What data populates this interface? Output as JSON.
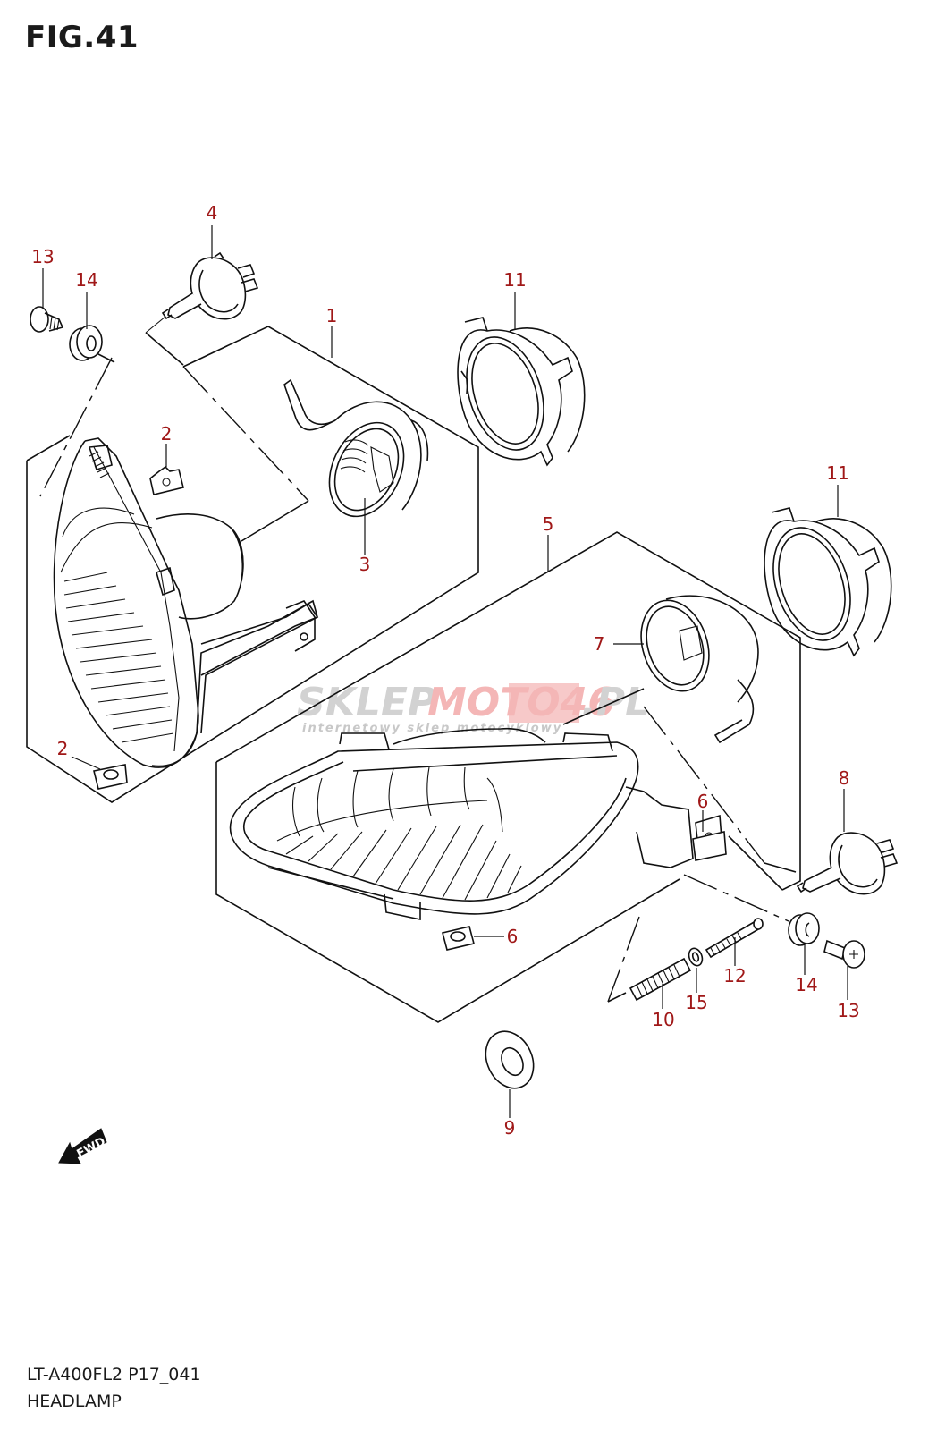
{
  "figure": {
    "title": "FIG.41",
    "model_code": "LT-A400FL2 P17_041",
    "section_name": "HEADLAMP"
  },
  "callouts": {
    "c1": "1",
    "c2a": "2",
    "c2b": "2",
    "c3": "3",
    "c4": "4",
    "c5": "5",
    "c6a": "6",
    "c6b": "6",
    "c7": "7",
    "c8": "8",
    "c9": "9",
    "c10": "10",
    "c11a": "11",
    "c11b": "11",
    "c12": "12",
    "c13a": "13",
    "c13b": "13",
    "c14a": "14",
    "c14b": "14",
    "c15": "15"
  },
  "direction_indicator": {
    "label": "FWD",
    "icon": "forward-arrow-icon"
  },
  "watermark": {
    "brand_grey": "SKLEP",
    "brand_red": "MOTO46",
    "brand_suffix": ".PL",
    "tagline": "internetowy sklep motocyklowy"
  },
  "colors": {
    "callout": "#a01818",
    "line": "#111111",
    "watermark_grey": "#d2d2d2",
    "watermark_red": "#f4b6b6"
  }
}
